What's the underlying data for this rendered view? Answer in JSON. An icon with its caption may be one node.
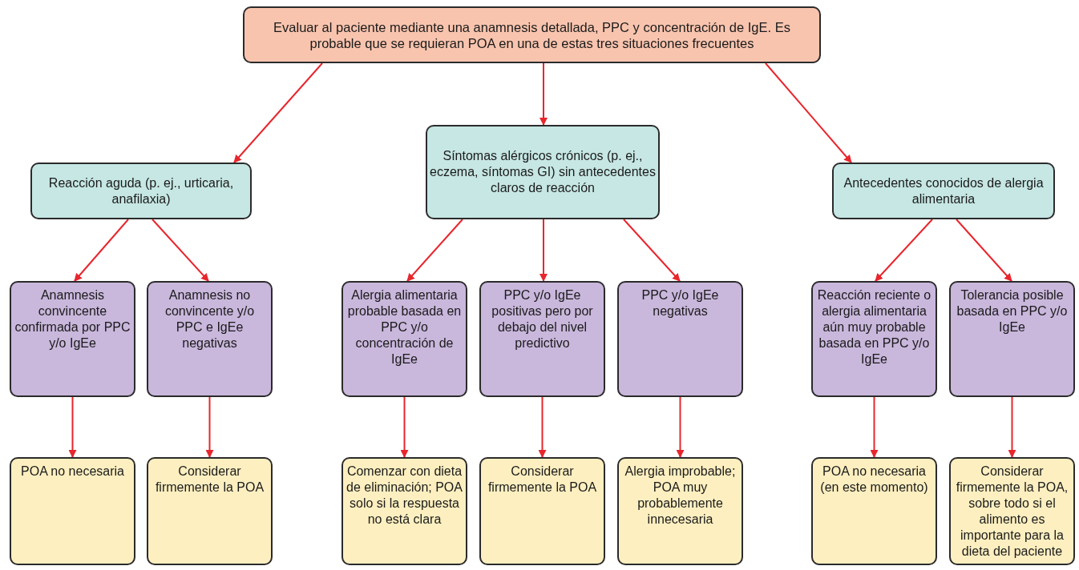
{
  "diagram": {
    "nodes": [
      {
        "text": [
          "Evaluar al paciente mediante una anamnesis detallada, PPC y concentración de IgE. Es probable que se requieran POA en una de estas tres situaciones frecuentes"
        ]
      },
      {
        "text": [
          "Reacción aguda (p. ej., urticaria, anafilaxia)"
        ]
      },
      {
        "text": [
          "Síntomas alérgicos crónicos (p. ej., eczema, síntomas GI) sin antecedentes claros de reacción"
        ]
      },
      {
        "text": [
          "Antecedentes conocidos de alergia alimentaria"
        ]
      },
      {
        "text": [
          "Anamnesis convincente confirmada por PPC y/o IgEe"
        ]
      },
      {
        "text": [
          "Anamnesis no convincente y/o PPC e IgEe negativas"
        ]
      },
      {
        "text": [
          "Alergia alimentaria probable basada en PPC y/o concentración de IgEe"
        ]
      },
      {
        "text": [
          "PPC y/o IgEe positivas pero por debajo del nivel predictivo"
        ]
      },
      {
        "text": [
          "PPC y/o IgEe negativas"
        ]
      },
      {
        "text": [
          "Reacción reciente o alergia alimentaria aún muy probable basada en PPC y/o IgEe"
        ]
      },
      {
        "text": [
          "Tolerancia posible basada en PPC y/o IgEe"
        ]
      },
      {
        "text": [
          "POA no necesaria"
        ]
      },
      {
        "text": [
          "Considerar firmemente la POA"
        ]
      },
      {
        "text": [
          "Comenzar con dieta de eliminación; POA solo si la respuesta no está clara"
        ]
      },
      {
        "text": [
          "Considerar firmemente la POA"
        ]
      },
      {
        "text": [
          "Alergia improbable; POA muy probablemente innecesaria"
        ]
      },
      {
        "text": [
          "POA no necesaria (en este momento)"
        ]
      },
      {
        "text": [
          "Considerar firmemente la POA, sobre todo si el alimento es importante para la dieta del paciente"
        ]
      }
    ],
    "edges": [
      {
        "from": 0,
        "to": 1,
        "arrow": "to"
      },
      {
        "from": 0,
        "to": 2,
        "arrow": "to"
      },
      {
        "from": 0,
        "to": 3,
        "arrow": "to"
      },
      {
        "from": 1,
        "to": 4,
        "arrow": "to"
      },
      {
        "from": 1,
        "to": 5,
        "arrow": "to"
      },
      {
        "from": 2,
        "to": 6,
        "arrow": "to"
      },
      {
        "from": 2,
        "to": 7,
        "arrow": "to"
      },
      {
        "from": 2,
        "to": 8,
        "arrow": "to"
      },
      {
        "from": 3,
        "to": 9,
        "arrow": "to"
      },
      {
        "from": 3,
        "to": 10,
        "arrow": "to"
      },
      {
        "from": 4,
        "to": 11,
        "arrow": "to"
      },
      {
        "from": 5,
        "to": 12,
        "arrow": "to"
      },
      {
        "from": 6,
        "to": 13,
        "arrow": "to"
      },
      {
        "from": 7,
        "to": 14,
        "arrow": "to"
      },
      {
        "from": 8,
        "to": 15,
        "arrow": "to"
      },
      {
        "from": 9,
        "to": 16,
        "arrow": "to"
      },
      {
        "from": 10,
        "to": 17,
        "arrow": "to"
      }
    ]
  }
}
